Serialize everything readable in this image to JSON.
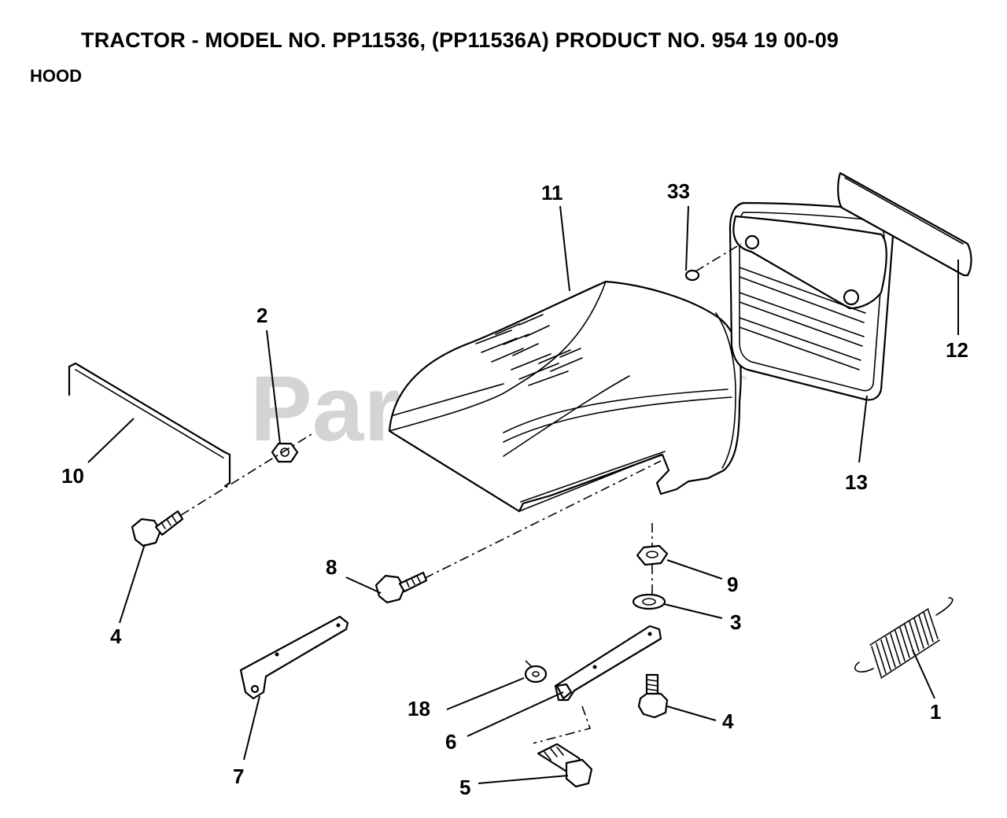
{
  "header": {
    "title": "TRACTOR - MODEL NO. PP11536, (PP11536A)  PRODUCT NO. 954 19 00-09",
    "subtitle": "HOOD"
  },
  "watermark": {
    "text": "PartsTree",
    "trademark": "™",
    "color": "#d4d4d4"
  },
  "callouts": {
    "c1": "1",
    "c2": "2",
    "c3": "3",
    "c4a": "4",
    "c4b": "4",
    "c5": "5",
    "c6": "6",
    "c7": "7",
    "c8": "8",
    "c9": "9",
    "c10": "10",
    "c11": "11",
    "c12": "12",
    "c13": "13",
    "c18": "18",
    "c33": "33"
  }
}
